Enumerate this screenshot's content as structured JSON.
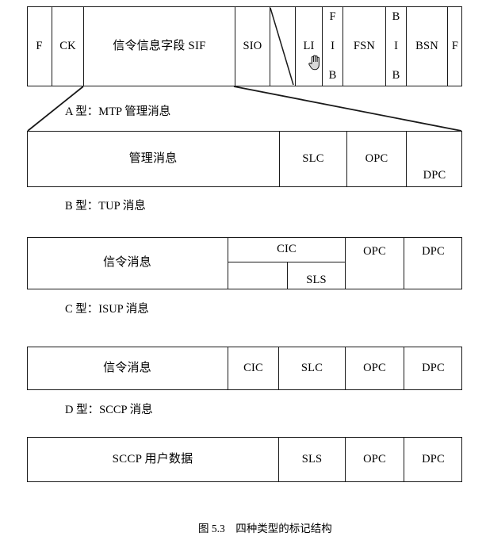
{
  "figure": {
    "caption": "图 5.3　四种类型的标记结构"
  },
  "blocks": [
    {
      "id": "mtp-frame",
      "caption": "A 型：MTP 管理消息",
      "fields": [
        {
          "name": "f-open",
          "label": "F"
        },
        {
          "name": "ck",
          "label": "CK"
        },
        {
          "name": "sif",
          "label": "信令信息字段 SIF"
        },
        {
          "name": "sio",
          "label": "SIO"
        },
        {
          "name": "spare",
          "label": ""
        },
        {
          "name": "li",
          "label": "LI"
        },
        {
          "name": "fib",
          "label": "F I B",
          "stacked": [
            "F",
            "I",
            "B"
          ]
        },
        {
          "name": "fsn",
          "label": "FSN"
        },
        {
          "name": "bib",
          "label": "B I B",
          "stacked": [
            "B",
            "I",
            "B"
          ]
        },
        {
          "name": "bsn",
          "label": "BSN"
        },
        {
          "name": "f-close",
          "label": "F"
        }
      ]
    },
    {
      "id": "tup-frame",
      "caption": "B 型：TUP 消息",
      "fields": [
        {
          "name": "management-message",
          "label": "管理消息"
        },
        {
          "name": "slc",
          "label": "SLC"
        },
        {
          "name": "opc",
          "label": "OPC"
        },
        {
          "name": "dpc",
          "label": "DPC"
        }
      ]
    },
    {
      "id": "isup-frame",
      "caption": "C 型：ISUP 消息",
      "fields": [
        {
          "name": "signalling-message",
          "label": "信令消息"
        },
        {
          "name": "cic",
          "label": "CIC"
        },
        {
          "name": "cic-sub-blank",
          "label": ""
        },
        {
          "name": "sls",
          "label": "SLS"
        },
        {
          "name": "opc",
          "label": "OPC"
        },
        {
          "name": "dpc",
          "label": "DPC"
        }
      ]
    },
    {
      "id": "sccp-frame",
      "caption": "D 型：SCCP 消息",
      "fields": [
        {
          "name": "signalling-message",
          "label": "信令消息"
        },
        {
          "name": "cic",
          "label": "CIC"
        },
        {
          "name": "slc",
          "label": "SLC"
        },
        {
          "name": "opc",
          "label": "OPC"
        },
        {
          "name": "dpc",
          "label": "DPC"
        }
      ]
    },
    {
      "id": "sccp-userdata-frame",
      "caption": "",
      "fields": [
        {
          "name": "sccp-user-data",
          "label": "SCCP 用户数据"
        },
        {
          "name": "sls",
          "label": "SLS"
        },
        {
          "name": "opc",
          "label": "OPC"
        },
        {
          "name": "dpc",
          "label": "DPC"
        }
      ]
    }
  ],
  "cursor": {
    "icon": "hand-cursor"
  },
  "colors": {
    "line": "#1a1a1a",
    "background": "#ffffff",
    "text": "#000000"
  }
}
